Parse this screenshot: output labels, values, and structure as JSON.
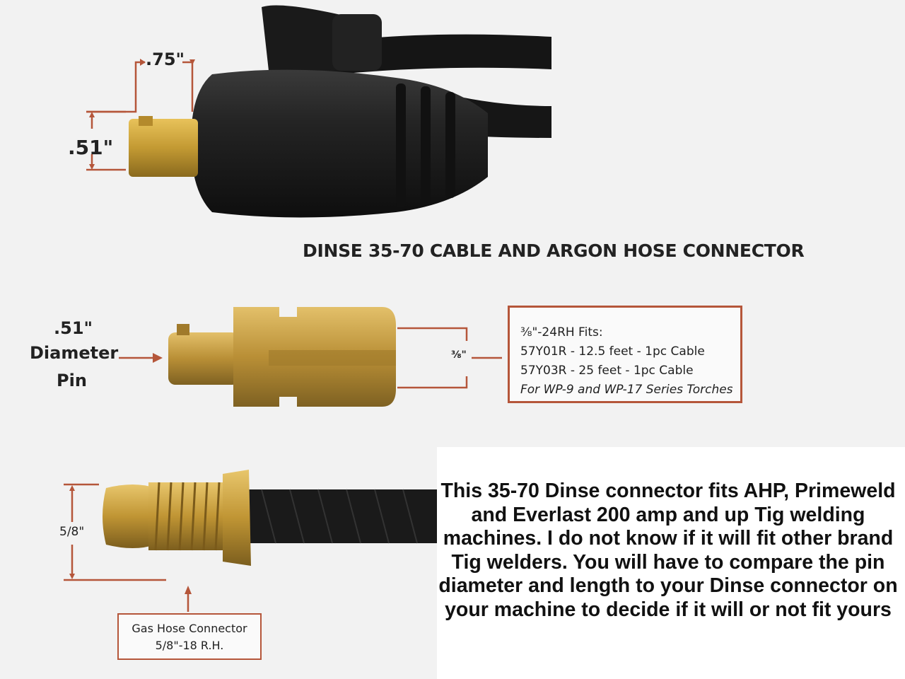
{
  "title": "DINSE 35-70 CABLE AND ARGON HOSE CONNECTOR",
  "dimensions": {
    "top_length": ".75\"",
    "top_diameter": ".51\"",
    "pin_dim": ".51\"",
    "pin_label_1": "Diameter",
    "pin_label_2": "Pin",
    "mid_thread": "⅜\"",
    "gas_height": "5/8\""
  },
  "spec_box": {
    "heading": "⅜\"-24RH Fits:",
    "line1": "57Y01R -  12.5 feet - 1pc Cable",
    "line2": "57Y03R -  25 feet - 1pc Cable",
    "line3": "For WP-9 and WP-17 Series Torches"
  },
  "gas_box": {
    "line1": "Gas Hose Connector",
    "line2": "5/8\"-18 R.H."
  },
  "note": "This 35-70 Dinse connector fits AHP, Primeweld and Everlast 200 amp and up Tig welding machines. I do not know if it will fit other brand Tig welders. You will have to compare the pin diameter and length to your Dinse connector on your machine to decide if it will or not fit yours",
  "colors": {
    "accent": "#b5563a",
    "brass": "#c9a23e",
    "rubber": "#1e1e1e"
  }
}
